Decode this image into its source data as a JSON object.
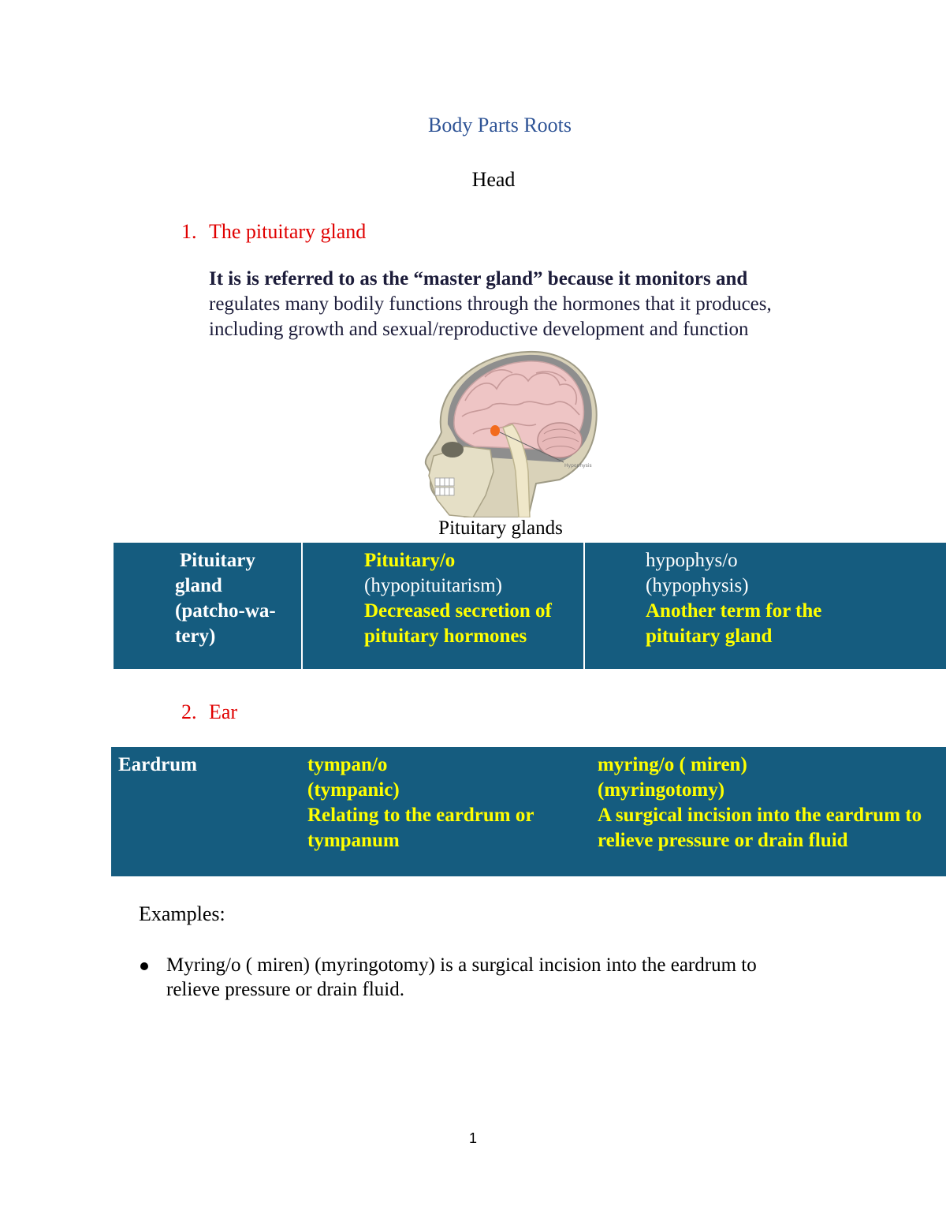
{
  "document": {
    "title": "Body Parts Roots",
    "section": "Head",
    "page_number": "1",
    "colors": {
      "title": "#2f5496",
      "numbered_heading": "#e00000",
      "table_bg": "#155c7f",
      "table_highlight": "#ffff00"
    }
  },
  "item1": {
    "number": "1.",
    "heading": "The pituitary gland",
    "paragraph": {
      "line1": "It is  is referred to as the “master gland” because it monitors and",
      "line2": "regulates many bodily functions through the hormones that it produces,",
      "line3": "including growth and sexual/reproductive development and function"
    },
    "figure": {
      "label": "Hypophysis",
      "caption": "Pituitary glands"
    },
    "table": {
      "col1": {
        "line1": "Pituitary",
        "line2": "gland",
        "line3": "(patcho-wa-",
        "line4": "tery)"
      },
      "col2": {
        "root": "Pituitary/o",
        "example": "(hypopituitarism)",
        "def1": "Decreased secretion of",
        "def2": "pituitary hormones"
      },
      "col3": {
        "root": "hypophys/o",
        "example": "(hypophysis)",
        "def1": "Another term for the",
        "def2": "pituitary gland"
      }
    }
  },
  "item2": {
    "number": "2.",
    "heading": "Ear",
    "table": {
      "col1": {
        "term": "Eardrum"
      },
      "col2": {
        "root": "tympan/o",
        "example": "(tympanic)",
        "def1": "Relating to the eardrum or",
        "def2": "tympanum"
      },
      "col3": {
        "root": "myring/o  ( miren)",
        "example": "(myringotomy)",
        "def1": "A surgical incision into the eardrum to",
        "def2": "relieve pressure or drain fluid"
      }
    }
  },
  "examples": {
    "heading": "Examples:",
    "bullets": [
      {
        "line1": "Myring/o  ( miren) (myringotomy) is a surgical incision into the eardrum to",
        "line2": "relieve pressure or drain fluid."
      }
    ]
  }
}
